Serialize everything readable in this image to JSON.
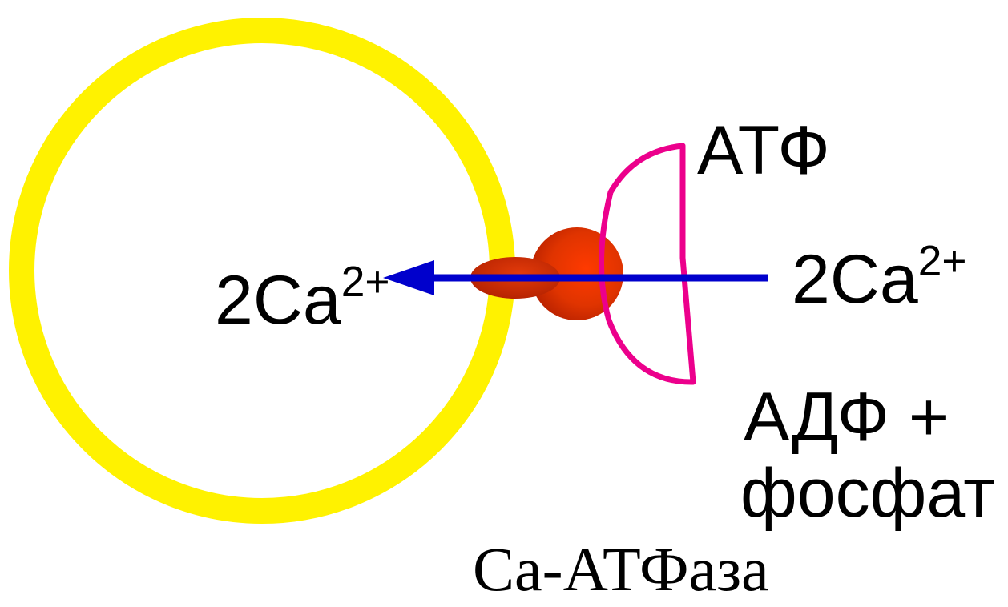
{
  "labels": {
    "ion_inside": {
      "base": "2Ca",
      "charge": "2+"
    },
    "ion_outside": {
      "base": "2Ca",
      "charge": "2+"
    },
    "atp": "АТФ",
    "adp_line1": "АДФ +",
    "adp_line2": "фосфат",
    "enzyme": "Са-АТФаза"
  },
  "colors": {
    "membrane": "#FFF200",
    "enzyme_body": "#E03400",
    "enzyme_dark": "#B52000",
    "atp_cycle_outline": "#EC008C",
    "transport_arrow": "#0000CC",
    "text": "#000000"
  },
  "icons": {
    "arrow": "arrow-left-icon"
  }
}
